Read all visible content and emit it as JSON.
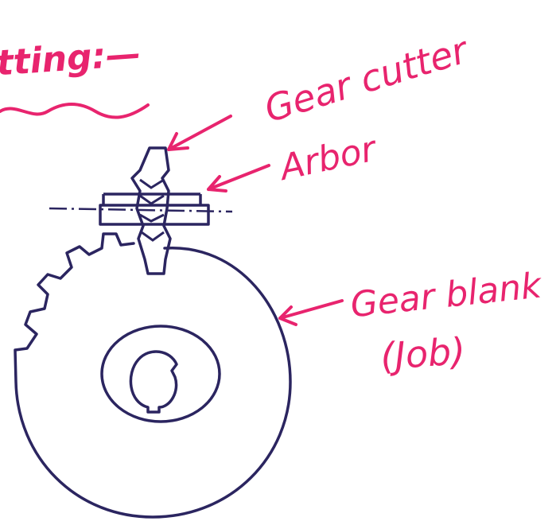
{
  "colors": {
    "ink": "#2b2560",
    "marker": "#e8246e"
  },
  "labels": {
    "heading": "tting:—",
    "gear_cutter": "Gear cutter",
    "arbor": "Arbor",
    "gear_blank": "Gear blank",
    "job": "(Job)"
  }
}
